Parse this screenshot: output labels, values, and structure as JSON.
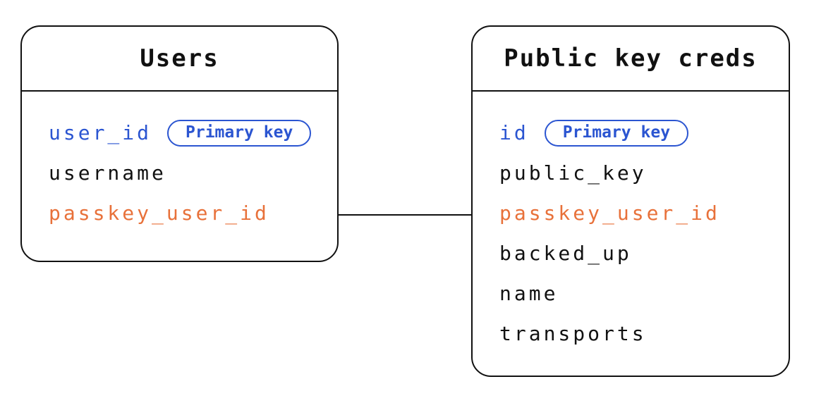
{
  "diagram": {
    "type": "entity-relationship",
    "tables": [
      {
        "name": "Users",
        "fields": [
          {
            "name": "user_id",
            "role": "primary-key",
            "badge": "Primary key",
            "color": "#2b55d1"
          },
          {
            "name": "username",
            "role": "column",
            "color": "#111111"
          },
          {
            "name": "passkey_user_id",
            "role": "foreign-key",
            "color": "#e8713a"
          }
        ]
      },
      {
        "name": "Public key creds",
        "fields": [
          {
            "name": "id",
            "role": "primary-key",
            "badge": "Primary key",
            "color": "#2b55d1"
          },
          {
            "name": "public_key",
            "role": "column",
            "color": "#111111"
          },
          {
            "name": "passkey_user_id",
            "role": "foreign-key",
            "color": "#e8713a"
          },
          {
            "name": "backed_up",
            "role": "column",
            "color": "#111111"
          },
          {
            "name": "name",
            "role": "column",
            "color": "#111111"
          },
          {
            "name": "transports",
            "role": "column",
            "color": "#111111"
          }
        ]
      }
    ],
    "relationship": {
      "from_table": "Users",
      "from_field": "passkey_user_id",
      "to_table": "Public key creds",
      "to_field": "passkey_user_id",
      "style": "plain-line"
    },
    "colors": {
      "primary_key_blue": "#2b55d1",
      "linked_field_orange": "#e8713a",
      "outline_black": "#111111",
      "background": "#ffffff"
    }
  }
}
